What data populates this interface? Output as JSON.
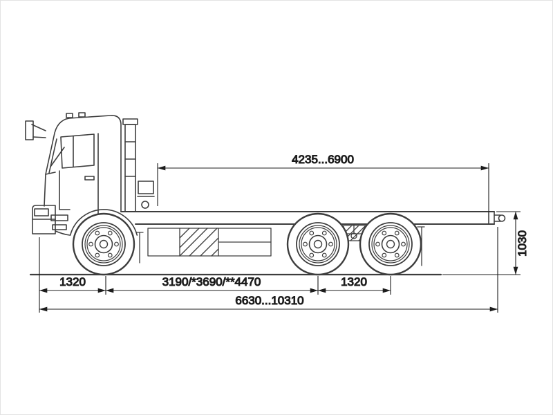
{
  "dimensions": {
    "top_span": "4235...6900",
    "frame_height": "1030",
    "front_overhang": "1320",
    "wheelbase": "3190/*3690/**4470",
    "rear_axle_spacing": "1320",
    "overall_length": "6630...10310"
  },
  "colors": {
    "background": "#ffffff",
    "drawing_line": "#3d3d3d",
    "dimension_line": "#1c1c1c"
  }
}
